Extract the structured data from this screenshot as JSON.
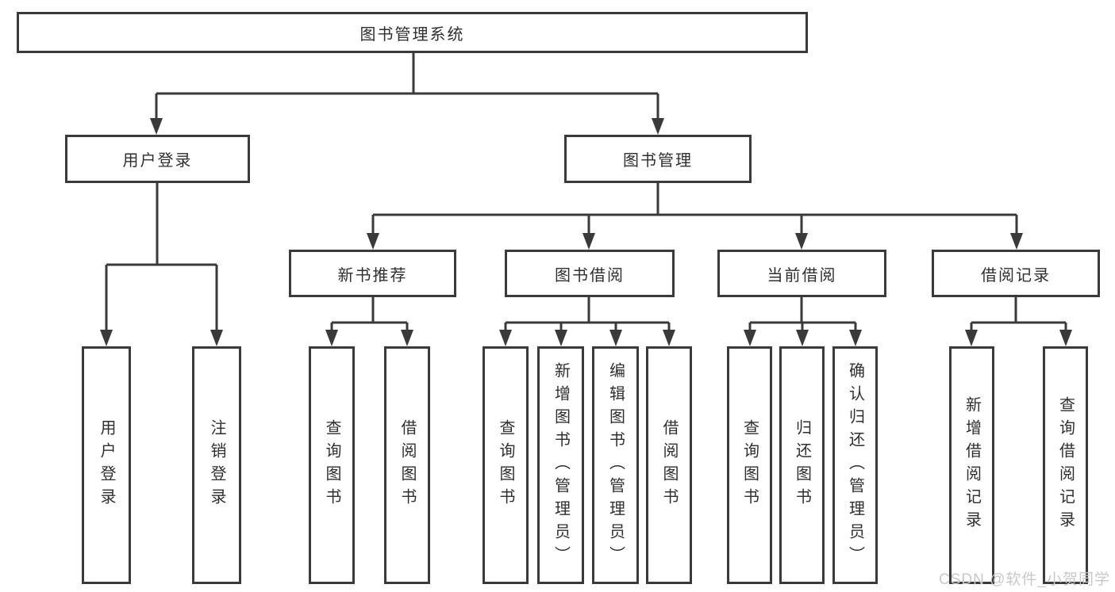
{
  "root": {
    "label": "图书管理系统"
  },
  "branches": [
    {
      "label": "用户登录",
      "leaves": [
        {
          "label": "用户登录"
        },
        {
          "label": "注销登录"
        }
      ]
    },
    {
      "label": "图书管理",
      "groups": [
        {
          "label": "新书推荐",
          "leaves": [
            {
              "label": "查询图书"
            },
            {
              "label": "借阅图书"
            }
          ]
        },
        {
          "label": "图书借阅",
          "leaves": [
            {
              "label": "查询图书"
            },
            {
              "label": "新增图书（管理员）"
            },
            {
              "label": "编辑图书（管理员）"
            },
            {
              "label": "借阅图书"
            }
          ]
        },
        {
          "label": "当前借阅",
          "leaves": [
            {
              "label": "查询图书"
            },
            {
              "label": "归还图书"
            },
            {
              "label": "确认归还（管理员）"
            }
          ]
        },
        {
          "label": "借阅记录",
          "leaves": [
            {
              "label": "新增借阅记录"
            },
            {
              "label": "查询借阅记录"
            }
          ]
        }
      ]
    }
  ],
  "watermark": {
    "text": "CSDN @软件_小贺同学"
  },
  "colors": {
    "line": "#3a3a3a",
    "text": "#2f2f2f",
    "watermark": "#c8c8c8",
    "background": "#ffffff"
  }
}
